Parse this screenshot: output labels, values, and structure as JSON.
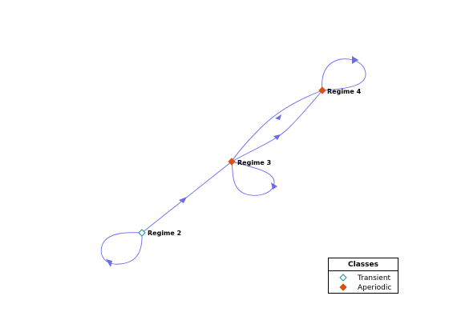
{
  "diagram": {
    "nodes": [
      {
        "id": "r2",
        "label": "Regime 2",
        "class": "transient"
      },
      {
        "id": "r3",
        "label": "Regime 3",
        "class": "aperiodic"
      },
      {
        "id": "r4",
        "label": "Regime 4",
        "class": "aperiodic"
      }
    ],
    "edges": [
      {
        "from": "r2",
        "to": "r2"
      },
      {
        "from": "r2",
        "to": "r3"
      },
      {
        "from": "r3",
        "to": "r3"
      },
      {
        "from": "r3",
        "to": "r4"
      },
      {
        "from": "r4",
        "to": "r3"
      },
      {
        "from": "r4",
        "to": "r4"
      }
    ]
  },
  "legend": {
    "title": "Classes",
    "items": [
      {
        "label": "Transient",
        "marker": "hollow-diamond",
        "color": "#1f8f8f"
      },
      {
        "label": "Aperiodic",
        "marker": "filled-diamond",
        "color": "#d95319"
      }
    ]
  },
  "colors": {
    "edge": "#6b6bf0",
    "transient": "#1f8f8f",
    "aperiodic": "#d95319"
  }
}
